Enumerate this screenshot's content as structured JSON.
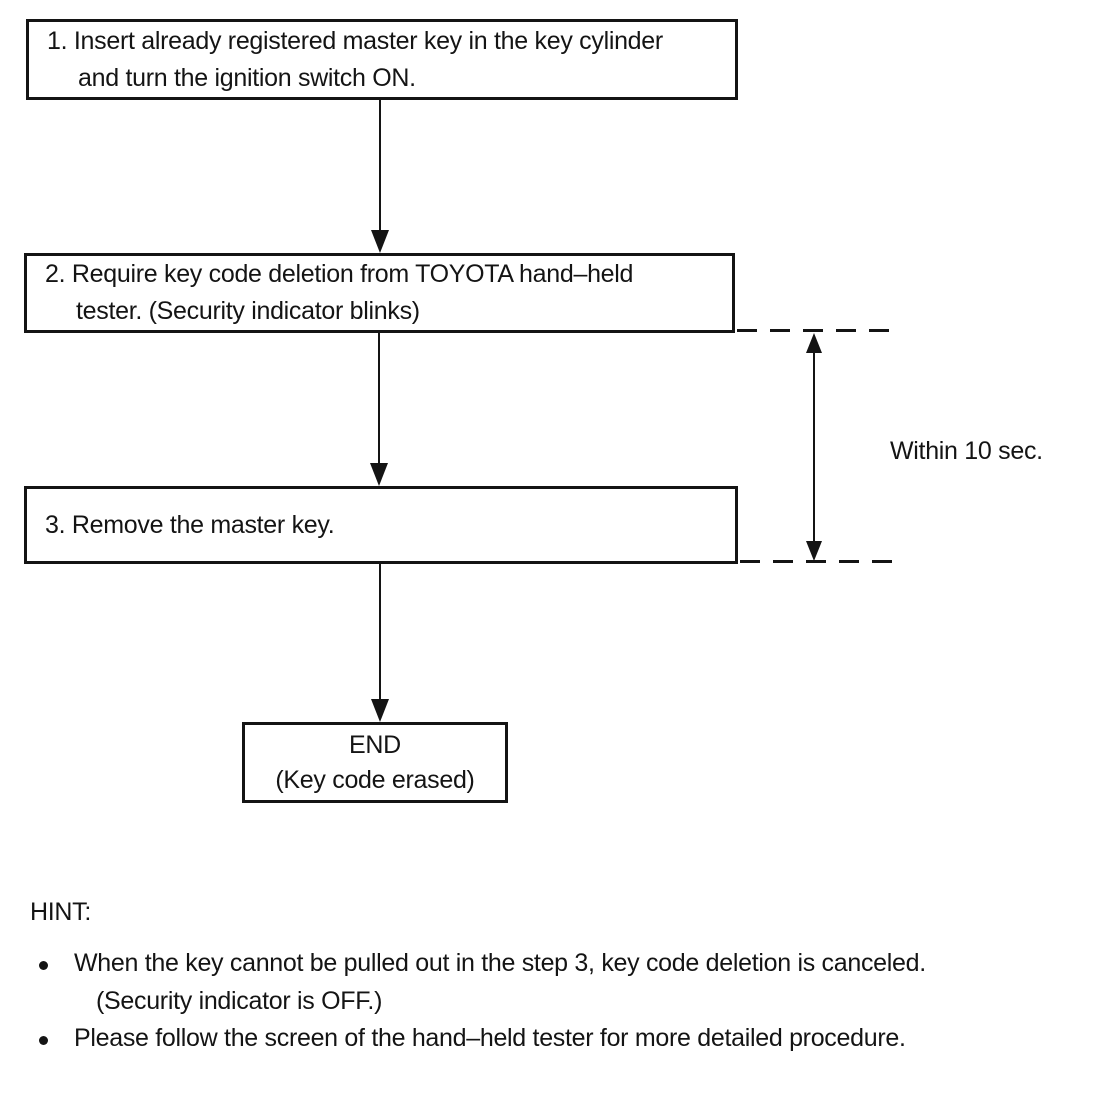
{
  "flow": {
    "steps": [
      {
        "line1": "1. Insert already registered master key in the key cylinder",
        "line2": "and turn the ignition switch ON."
      },
      {
        "line1": "2. Require key code deletion from TOYOTA hand–held",
        "line2": "tester. (Security indicator blinks)"
      },
      {
        "line1": "3. Remove the master key."
      }
    ],
    "end_box": {
      "line1": "END",
      "line2": "(Key code erased)"
    },
    "timing": {
      "label": "Within 10 sec."
    }
  },
  "hint": {
    "title": "HINT:",
    "bullets": [
      {
        "line1": "When the key cannot be pulled out in the step 3, key code deletion is canceled.",
        "line2": "(Security indicator is OFF.)"
      },
      {
        "line1": "Please follow the screen of the hand–held tester for more detailed procedure."
      }
    ]
  },
  "colors": {
    "ink": "#141414",
    "background": "#ffffff"
  }
}
